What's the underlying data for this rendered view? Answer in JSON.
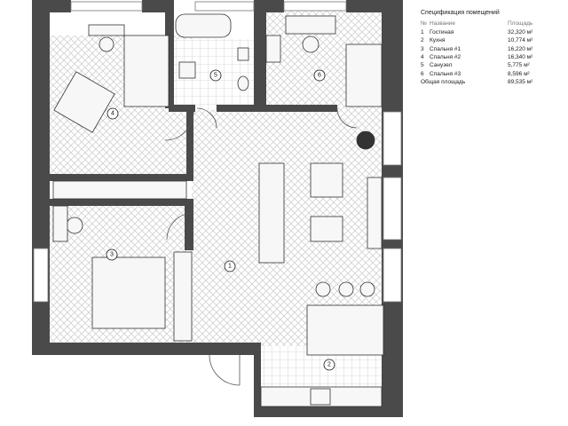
{
  "spec": {
    "title": "Спецификация помещений",
    "headers": [
      "№",
      "Название",
      "Площадь"
    ],
    "rows": [
      {
        "num": "1",
        "name": "Гостиная",
        "area": "32,320 м²"
      },
      {
        "num": "2",
        "name": "Кухня",
        "area": "10,774 м²"
      },
      {
        "num": "3",
        "name": "Спальня #1",
        "area": "16,220 м²"
      },
      {
        "num": "4",
        "name": "Спальня #2",
        "area": "16,340 м²"
      },
      {
        "num": "5",
        "name": "Санузел",
        "area": "5,775 м²"
      },
      {
        "num": "6",
        "name": "Спальня #3",
        "area": "8,596 м²"
      }
    ],
    "total_label": "Общая площадь",
    "total_value": "89,535 м²"
  },
  "rooms": {
    "r1": "1",
    "r2": "2",
    "r3": "3",
    "r4": "4",
    "r5": "5",
    "r6": "6"
  },
  "colors": {
    "wall": "#4a4a4a",
    "floor_line": "#cfcfcf",
    "tile": "#e8e8e8",
    "furniture": "#f7f7f7"
  }
}
